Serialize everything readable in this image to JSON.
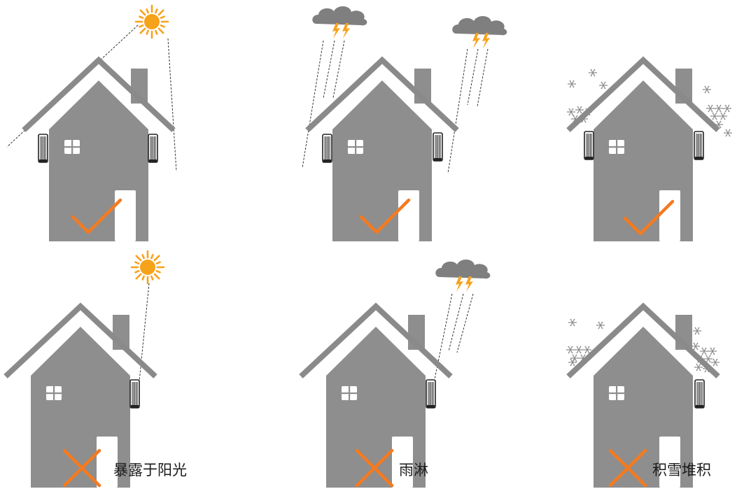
{
  "colors": {
    "house": "#8e8e8e",
    "roof": "#8a8a8a",
    "door": "#ffffff",
    "mark": "#f47a20",
    "sun": "#f7a21b",
    "cloud": "#7f7f7f",
    "lightning": "#f7a21b",
    "snow": "#8a8a8a",
    "line": "#333333"
  },
  "panels": [
    {
      "id": "sun-ok",
      "weather": "sun",
      "mount": "eaves",
      "verdict": "check"
    },
    {
      "id": "rain-ok",
      "weather": "rain",
      "mount": "eaves",
      "verdict": "check"
    },
    {
      "id": "snow-ok",
      "weather": "snow",
      "mount": "eaves",
      "verdict": "check"
    },
    {
      "id": "sun-bad",
      "weather": "sun",
      "mount": "exposed",
      "verdict": "cross",
      "caption": "暴露于阳光"
    },
    {
      "id": "rain-bad",
      "weather": "rain",
      "mount": "exposed",
      "verdict": "cross",
      "caption": "雨淋"
    },
    {
      "id": "snow-bad",
      "weather": "snow",
      "mount": "exposed",
      "verdict": "cross",
      "caption": "积雪堆积"
    }
  ]
}
